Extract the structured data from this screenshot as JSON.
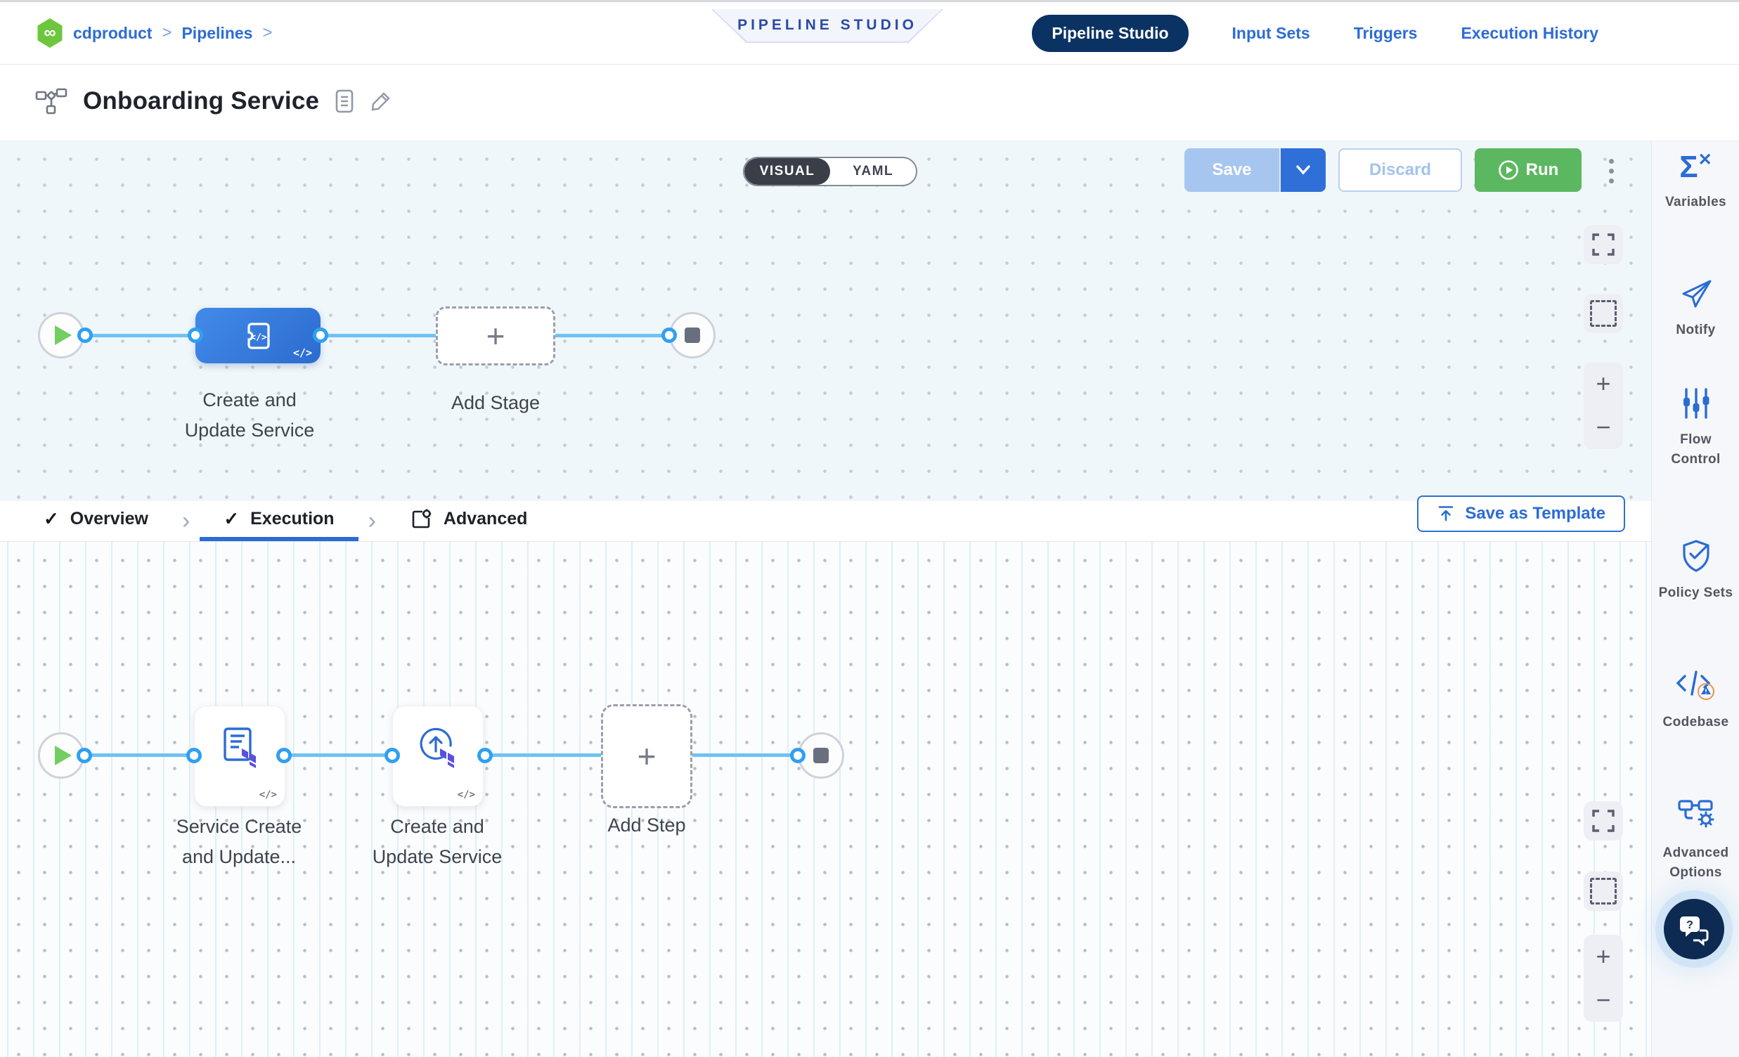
{
  "breadcrumb": {
    "project": "cdproduct",
    "section": "Pipelines"
  },
  "banner_label": "PIPELINE STUDIO",
  "top_nav": {
    "pipeline_studio": "Pipeline Studio",
    "input_sets": "Input Sets",
    "triggers": "Triggers",
    "execution_history": "Execution History"
  },
  "toolbar": {
    "title": "Onboarding Service",
    "visual_label": "VISUAL",
    "yaml_label": "YAML",
    "save_label": "Save",
    "discard_label": "Discard",
    "run_label": "Run"
  },
  "stage_canvas": {
    "stage_name_line1": "Create and",
    "stage_name_line2": "Update Service",
    "add_stage_label": "Add Stage",
    "code_badge": "</>"
  },
  "config_tabs": {
    "overview": "Overview",
    "execution": "Execution",
    "advanced": "Advanced",
    "save_as_template": "Save as Template"
  },
  "step_canvas": {
    "step1_name_line1": "Service Create",
    "step1_name_line2": "and Update...",
    "step2_name_line1": "Create and",
    "step2_name_line2": "Update Service",
    "add_step_label": "Add Step",
    "code_badge": "</>"
  },
  "sidebar": {
    "items": [
      {
        "label": "Variables"
      },
      {
        "label": "Notify"
      },
      {
        "label": "Flow Control"
      },
      {
        "label": "Policy Sets"
      },
      {
        "label": "Codebase"
      },
      {
        "label": "Advanced Options"
      }
    ]
  },
  "icons": {
    "infinity": "∞",
    "crumb_separator": ">",
    "check": "✓",
    "tab_chevron": "›",
    "caret_down": "⌄",
    "plus": "+",
    "minus": "−",
    "sigma": "Σ",
    "close_x": "✕",
    "question": "?",
    "gear": "⚙"
  },
  "colors": {
    "accent_blue": "#2b6cd4",
    "navy_pill": "#0a3363",
    "run_green": "#5cb860",
    "stage_blue": "#3b7de4",
    "terraform_purple": "#5a4fe0",
    "canvas_top_bg": "#f0f7fa",
    "canvas_bottom_bg": "#fbfcfd",
    "edge_blue": "#6ec2f3"
  }
}
